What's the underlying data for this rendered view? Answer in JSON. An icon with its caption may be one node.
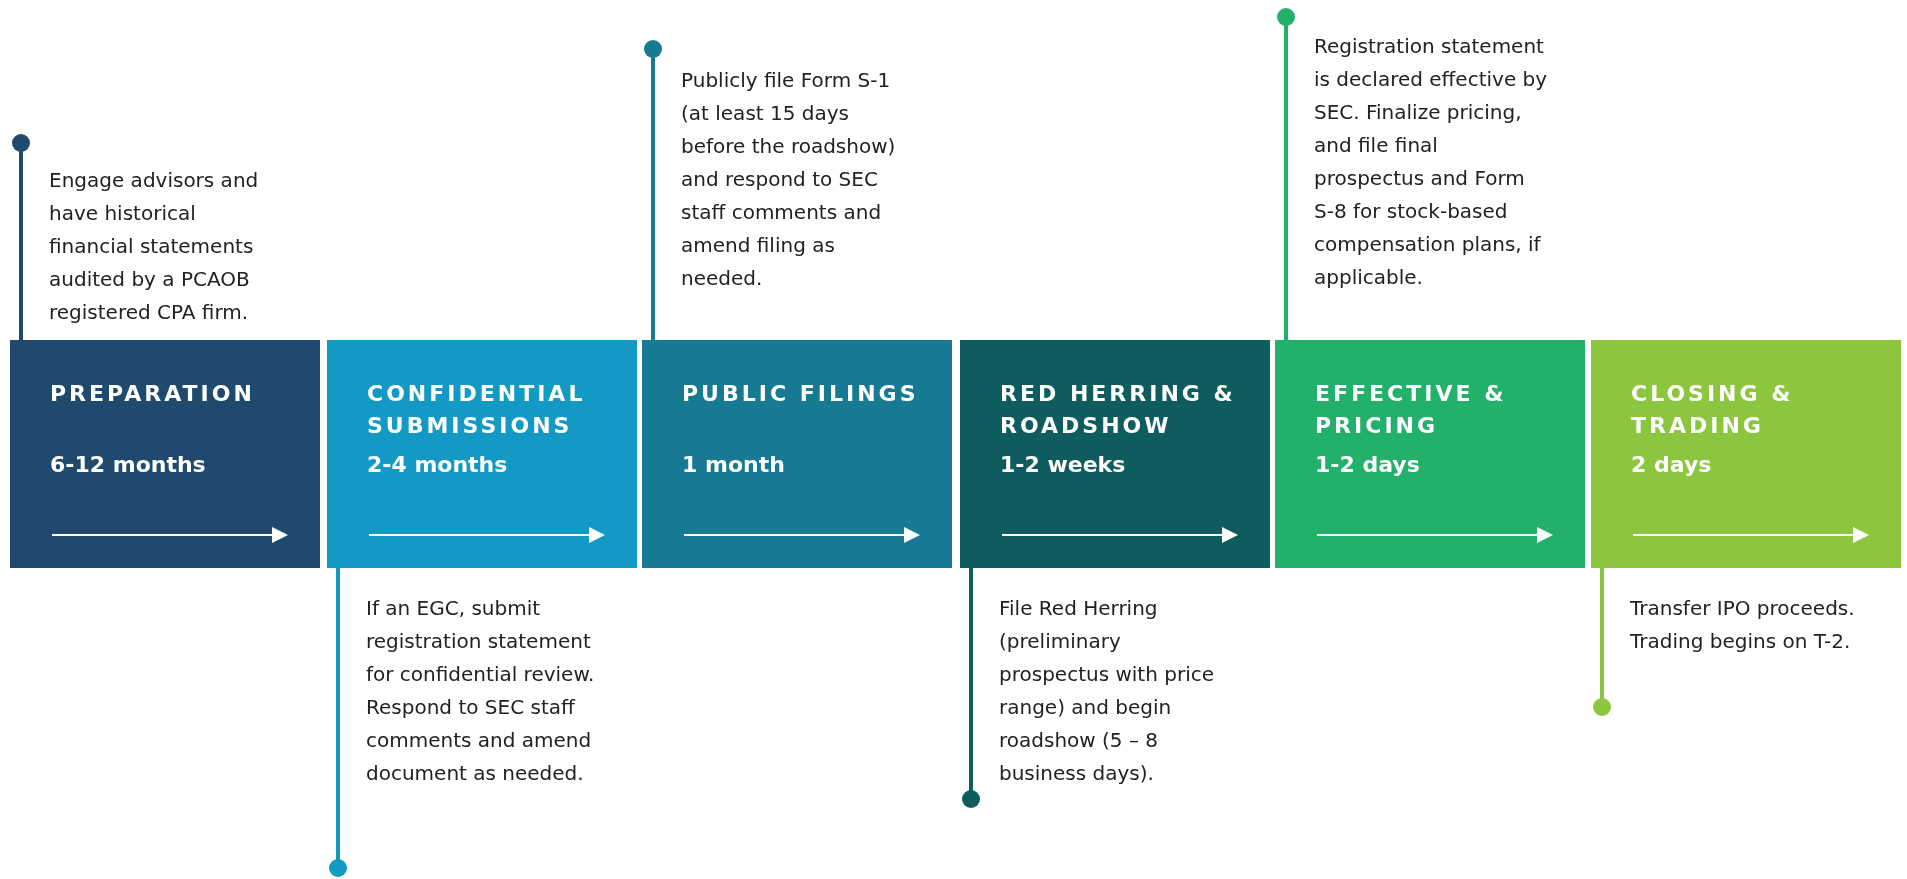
{
  "diagram": {
    "nodes": [
      {
        "text": [
          "PREPARATION",
          "6-12 months"
        ],
        "beside": [
          "Engage advisors and have historical financial statements audited by a PCAOB registered CPA firm."
        ]
      },
      {
        "text": [
          "CONFIDENTIAL SUBMISSIONS",
          "2-4 months"
        ],
        "beside": [
          "If an EGC, submit registration statement for confidential review. Respond to SEC staff comments and amend document as needed."
        ]
      },
      {
        "text": [
          "PUBLIC FILINGS",
          "1 month"
        ],
        "beside": [
          "Publicly file Form S-1 (at least 15 days before the roadshow) and respond to SEC staff comments and amend filing as needed."
        ]
      },
      {
        "text": [
          "RED HERRING & ROADSHOW",
          "1-2 weeks"
        ],
        "beside": [
          "File Red Herring (preliminary prospectus with price range) and begin roadshow (5 – 8 business days)."
        ]
      },
      {
        "text": [
          "EFFECTIVE & PRICING",
          "1-2 days"
        ],
        "beside": [
          "Registration statement is declared effective by SEC. Finalize pricing, and file final prospectus and Form S-8 for stock-based compensation plans, if applicable."
        ]
      },
      {
        "text": [
          "CLOSING & TRADING",
          "2 days"
        ],
        "beside": [
          "Transfer IPO proceeds. Trading begins on T-2."
        ]
      }
    ]
  }
}
